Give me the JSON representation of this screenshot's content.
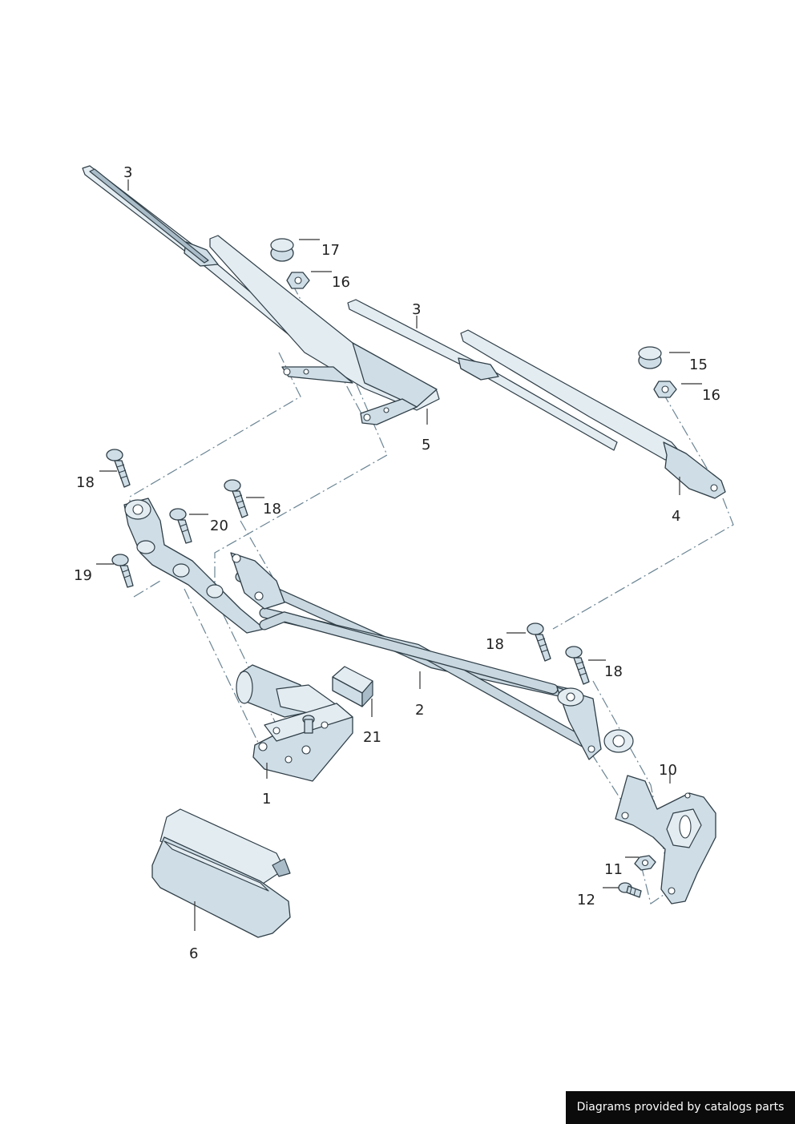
{
  "diagram": {
    "callouts": [
      {
        "id": "c3a",
        "label": "3"
      },
      {
        "id": "c17",
        "label": "17"
      },
      {
        "id": "c16a",
        "label": "16"
      },
      {
        "id": "c3b",
        "label": "3"
      },
      {
        "id": "c15",
        "label": "15"
      },
      {
        "id": "c16b",
        "label": "16"
      },
      {
        "id": "c5",
        "label": "5"
      },
      {
        "id": "c4",
        "label": "4"
      },
      {
        "id": "c18a",
        "label": "18"
      },
      {
        "id": "c18b",
        "label": "18"
      },
      {
        "id": "c20",
        "label": "20"
      },
      {
        "id": "c19",
        "label": "19"
      },
      {
        "id": "c18c",
        "label": "18"
      },
      {
        "id": "c18d",
        "label": "18"
      },
      {
        "id": "c2",
        "label": "2"
      },
      {
        "id": "c21",
        "label": "21"
      },
      {
        "id": "c1",
        "label": "1"
      },
      {
        "id": "c10",
        "label": "10"
      },
      {
        "id": "c11",
        "label": "11"
      },
      {
        "id": "c12",
        "label": "12"
      },
      {
        "id": "c6",
        "label": "6"
      }
    ]
  },
  "footer": {
    "text": "Diagrams provided by catalogs parts"
  }
}
